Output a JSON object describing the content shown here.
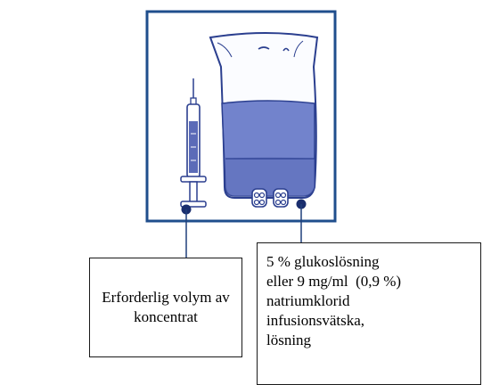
{
  "labels": {
    "concentrate_volume": [
      "Erforderlig volym av",
      "koncentrat"
    ],
    "infusion_fluid": [
      "5 % glukoslösning",
      "eller 9 mg/ml  (0,9 %)",
      "natriumklorid",
      "infusionsvätska,",
      "lösning"
    ]
  },
  "colors": {
    "frame": "#1f4e8c",
    "fluid": "#7283cc",
    "fluid_dark": "#5b6bb8",
    "outline": "#2b3f8f",
    "bag_fill": "#fbfcff",
    "leader": "#1f3f7a"
  }
}
